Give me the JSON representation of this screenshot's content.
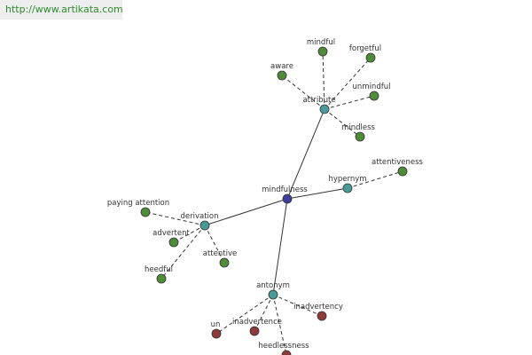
{
  "header": {
    "url": "http://www.artikata.com"
  },
  "colors": {
    "center": "#3b3f9a",
    "relation": "#4a9a9a",
    "synonym": "#4e8c3a",
    "antonym": "#8c3a3a",
    "edge": "#333333"
  },
  "graph": {
    "center": {
      "id": "mindfulness",
      "label": "mindfulness"
    },
    "relations": [
      {
        "id": "attribute",
        "label": "attribute",
        "words": [
          "aware",
          "mindful",
          "forgetful",
          "unmindful",
          "mindless"
        ]
      },
      {
        "id": "hypernym",
        "label": "hypernym",
        "words": [
          "attentiveness"
        ]
      },
      {
        "id": "derivation",
        "label": "derivation",
        "words": [
          "paying attention",
          "advertent",
          "attentive",
          "heedful"
        ]
      },
      {
        "id": "antonym",
        "label": "antonym",
        "words": [
          "un",
          "inadvertence",
          "inadvertency",
          "heedlessness"
        ]
      }
    ]
  }
}
